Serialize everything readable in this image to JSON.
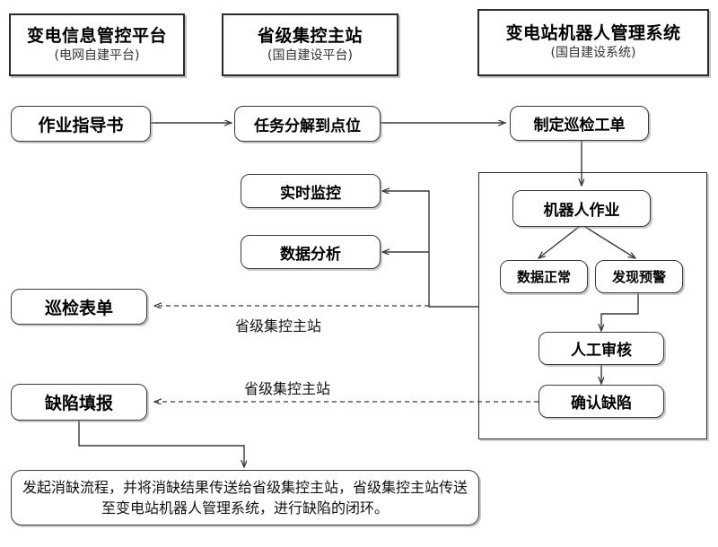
{
  "diagram": {
    "title_row": [
      {
        "name": "substation-info-platform",
        "main": "变电信息管控平台",
        "sub": "(电网自建平台)"
      },
      {
        "name": "provincial-master-station",
        "main": "省级集控主站",
        "sub": "(国自建设平台)"
      },
      {
        "name": "robot-management-system",
        "main": "变电站机器人管理系统",
        "sub": "(国自建设系统)"
      }
    ],
    "nodes": {
      "work_instruction": "作业指导书",
      "task_decompose": "任务分解到点位",
      "create_work_order": "制定巡检工单",
      "realtime_monitor": "实时监控",
      "data_analysis": "数据分析",
      "inspection_form": "巡检表单",
      "defect_report": "缺陷填报",
      "robot_operation": "机器人作业",
      "data_normal": "数据正常",
      "alarm_found": "发现预警",
      "manual_review": "人工审核",
      "confirm_defect": "确认缺陷"
    },
    "edge_labels": {
      "inspection_form_channel": "省级集控主站",
      "defect_report_channel": "省级集控主站"
    },
    "summary_note": "发起消缺流程，并将消缺结果传送给省级集控主站，省级集控主站传送至变电站机器人管理系统，进行缺陷的闭环。",
    "colors": {
      "stroke": "#3a3a3a",
      "panel_stroke": "#2b2b2b",
      "text": "#000000",
      "background": "#ffffff"
    }
  }
}
